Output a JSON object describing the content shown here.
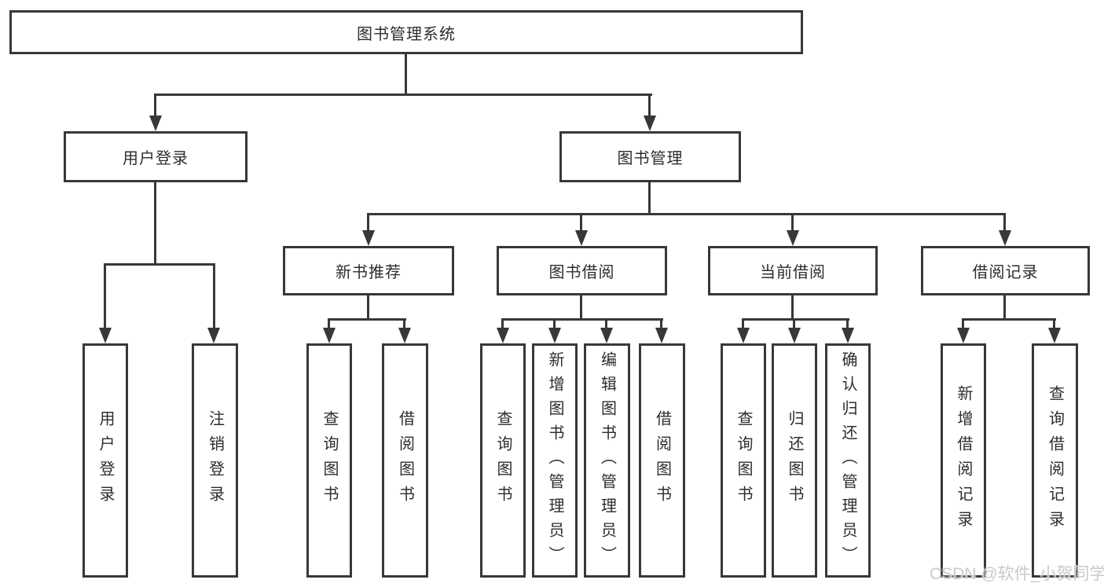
{
  "tree": {
    "label": "图书管理系统",
    "children": [
      {
        "label": "用户登录",
        "children": [
          {
            "label": "用户登录"
          },
          {
            "label": "注销登录"
          }
        ]
      },
      {
        "label": "图书管理",
        "children": [
          {
            "label": "新书推荐",
            "children": [
              {
                "label": "查询图书"
              },
              {
                "label": "借阅图书"
              }
            ]
          },
          {
            "label": "图书借阅",
            "children": [
              {
                "label": "查询图书"
              },
              {
                "label": "新增图书（管理员）"
              },
              {
                "label": "编辑图书（管理员）"
              },
              {
                "label": "借阅图书"
              }
            ]
          },
          {
            "label": "当前借阅",
            "children": [
              {
                "label": "查询图书"
              },
              {
                "label": "归还图书"
              },
              {
                "label": "确认归还（管理员）"
              }
            ]
          },
          {
            "label": "借阅记录",
            "children": [
              {
                "label": "新增借阅记录"
              },
              {
                "label": "查询借阅记录"
              }
            ]
          }
        ]
      }
    ]
  },
  "watermark": {
    "text": "CSDN @软件_小贺同学"
  },
  "colors": {
    "line": "#383838",
    "box_border": "#383838",
    "text": "#2d2d2d",
    "background": "#ffffff",
    "watermark": "#c6c6c6"
  }
}
